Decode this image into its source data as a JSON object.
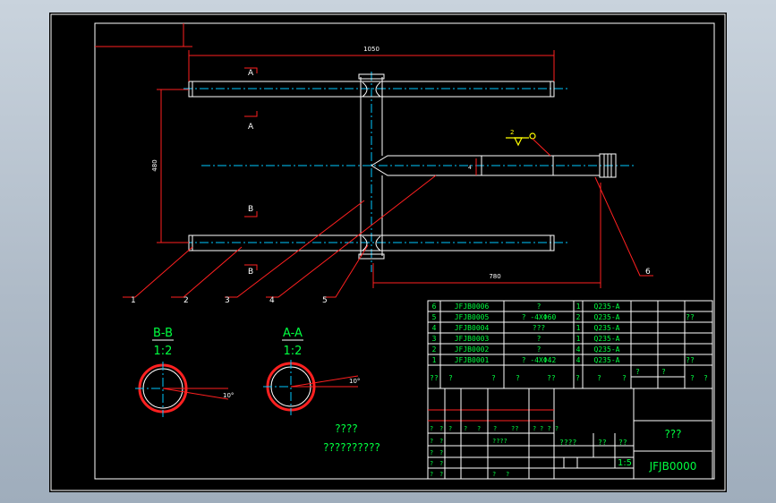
{
  "dimensions": {
    "top_width": "1050",
    "height": "480",
    "shaft": "780",
    "small": "4"
  },
  "section_marks": {
    "a_top": "A",
    "a_bottom": "A",
    "b_top": "B",
    "b_bottom": "B"
  },
  "weld_symbol": "2",
  "leaders": [
    "1",
    "2",
    "3",
    "4",
    "5",
    "6"
  ],
  "views": [
    {
      "title": "B-B",
      "scale": "1:2",
      "angle": "10°"
    },
    {
      "title": "A-A",
      "scale": "1:2",
      "angle": "10°"
    }
  ],
  "notes": {
    "line1": "????",
    "line2": "??????????"
  },
  "bom": [
    {
      "no": "6",
      "code": "JFJB0006",
      "name": "?",
      "qty": "1",
      "material": "Q235-A",
      "note": ""
    },
    {
      "no": "5",
      "code": "JFJB0005",
      "name": "? -4XΦ60",
      "qty": "2",
      "material": "Q235-A",
      "note": "??"
    },
    {
      "no": "4",
      "code": "JFJB0004",
      "name": "???",
      "qty": "1",
      "material": "Q235-A",
      "note": ""
    },
    {
      "no": "3",
      "code": "JFJB0003",
      "name": "?",
      "qty": "1",
      "material": "Q235-A",
      "note": ""
    },
    {
      "no": "2",
      "code": "JFJB0002",
      "name": "?",
      "qty": "4",
      "material": "Q235-A",
      "note": ""
    },
    {
      "no": "1",
      "code": "JFJB0001",
      "name": "? -4XΦ42",
      "qty": "4",
      "material": "Q235-A",
      "note": "??"
    }
  ],
  "bom_header": [
    "??",
    "?",
    "?",
    "?",
    "??",
    "?",
    "?",
    "?",
    "?",
    "?",
    "?",
    "?"
  ],
  "title_block": {
    "part_name": "???",
    "drawing_no": "JFJB0000",
    "scale": "1:5",
    "weight_label": "????",
    "l1": "??",
    "l2": "??",
    "sign_rows": [
      [
        "?",
        "?",
        "?",
        "?",
        "?",
        "?",
        "??",
        "?",
        "? ? ?"
      ],
      [
        "?",
        "?",
        "",
        "",
        "????",
        "",
        "",
        ""
      ],
      [
        "?",
        "?",
        "",
        "",
        "",
        "",
        "",
        ""
      ],
      [
        "?",
        "?",
        "",
        "",
        "",
        "",
        "",
        ""
      ]
    ],
    "bottom_row": [
      "?",
      "?",
      "?",
      "?"
    ]
  }
}
